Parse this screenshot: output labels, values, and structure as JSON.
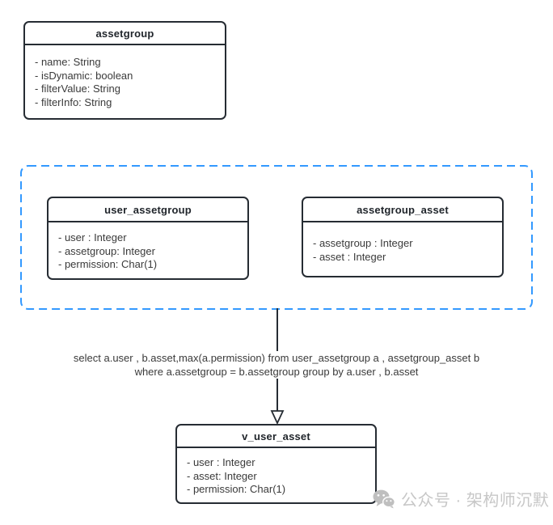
{
  "diagram": {
    "colors": {
      "box_border": "#262c33",
      "text": "#3a3a3a",
      "group_dashed_border": "#3399ff",
      "watermark": "#c7c7c7",
      "background": "#ffffff"
    },
    "classes": [
      {
        "id": "assetgroup",
        "title": "assetgroup",
        "fields": [
          "- name: String",
          "- isDynamic: boolean",
          "- filterValue: String",
          "- filterInfo: String"
        ]
      },
      {
        "id": "user_assetgroup",
        "title": "user_assetgroup",
        "fields": [
          "- user : Integer",
          "- assetgroup: Integer",
          "- permission: Char(1)"
        ]
      },
      {
        "id": "assetgroup_asset",
        "title": "assetgroup_asset",
        "fields": [
          "- assetgroup : Integer",
          "- asset : Integer"
        ]
      },
      {
        "id": "v_user_asset",
        "title": "v_user_asset",
        "fields": [
          "- user : Integer",
          "- asset: Integer",
          "- permission: Char(1)"
        ]
      }
    ],
    "sql_annotation": {
      "line1": "select a.user , b.asset,max(a.permission) from user_assetgroup a , assetgroup_asset b",
      "line2": "where a.assetgroup = b.assetgroup group by a.user , b.asset"
    },
    "watermark": {
      "icon": "wechat-icon",
      "text": "公众号 · 架构师沉默"
    }
  }
}
